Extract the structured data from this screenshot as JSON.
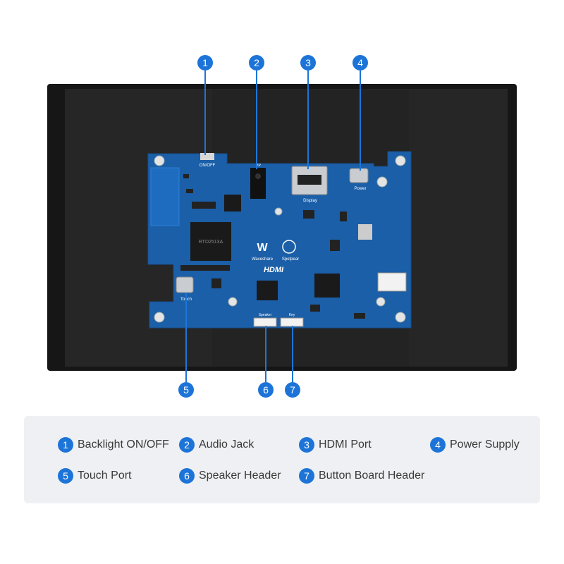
{
  "colors": {
    "accent": "#1d74d8",
    "screen": "#1e1e1e",
    "board": "#1b5fa8",
    "legend_bg": "#eef0f3"
  },
  "callouts": [
    "1",
    "2",
    "3",
    "4",
    "5",
    "6",
    "7"
  ],
  "board_silkscreen": {
    "onoff": "ON/OFF",
    "hp": "HP",
    "display": "Display",
    "power": "Power",
    "touch": "Touch",
    "speaker": "Speaker",
    "key": "Key",
    "brand": "Waveshare",
    "brand2": "Spotpear",
    "hdmi_logo": "HDMI",
    "chip": "RTD2513A"
  },
  "legend": [
    {
      "num": "1",
      "label": "Backlight ON/OFF"
    },
    {
      "num": "2",
      "label": "Audio Jack"
    },
    {
      "num": "3",
      "label": "HDMI Port"
    },
    {
      "num": "4",
      "label": "Power Supply"
    },
    {
      "num": "5",
      "label": "Touch Port"
    },
    {
      "num": "6",
      "label": "Speaker Header"
    },
    {
      "num": "7",
      "label": "Button Board Header"
    }
  ]
}
